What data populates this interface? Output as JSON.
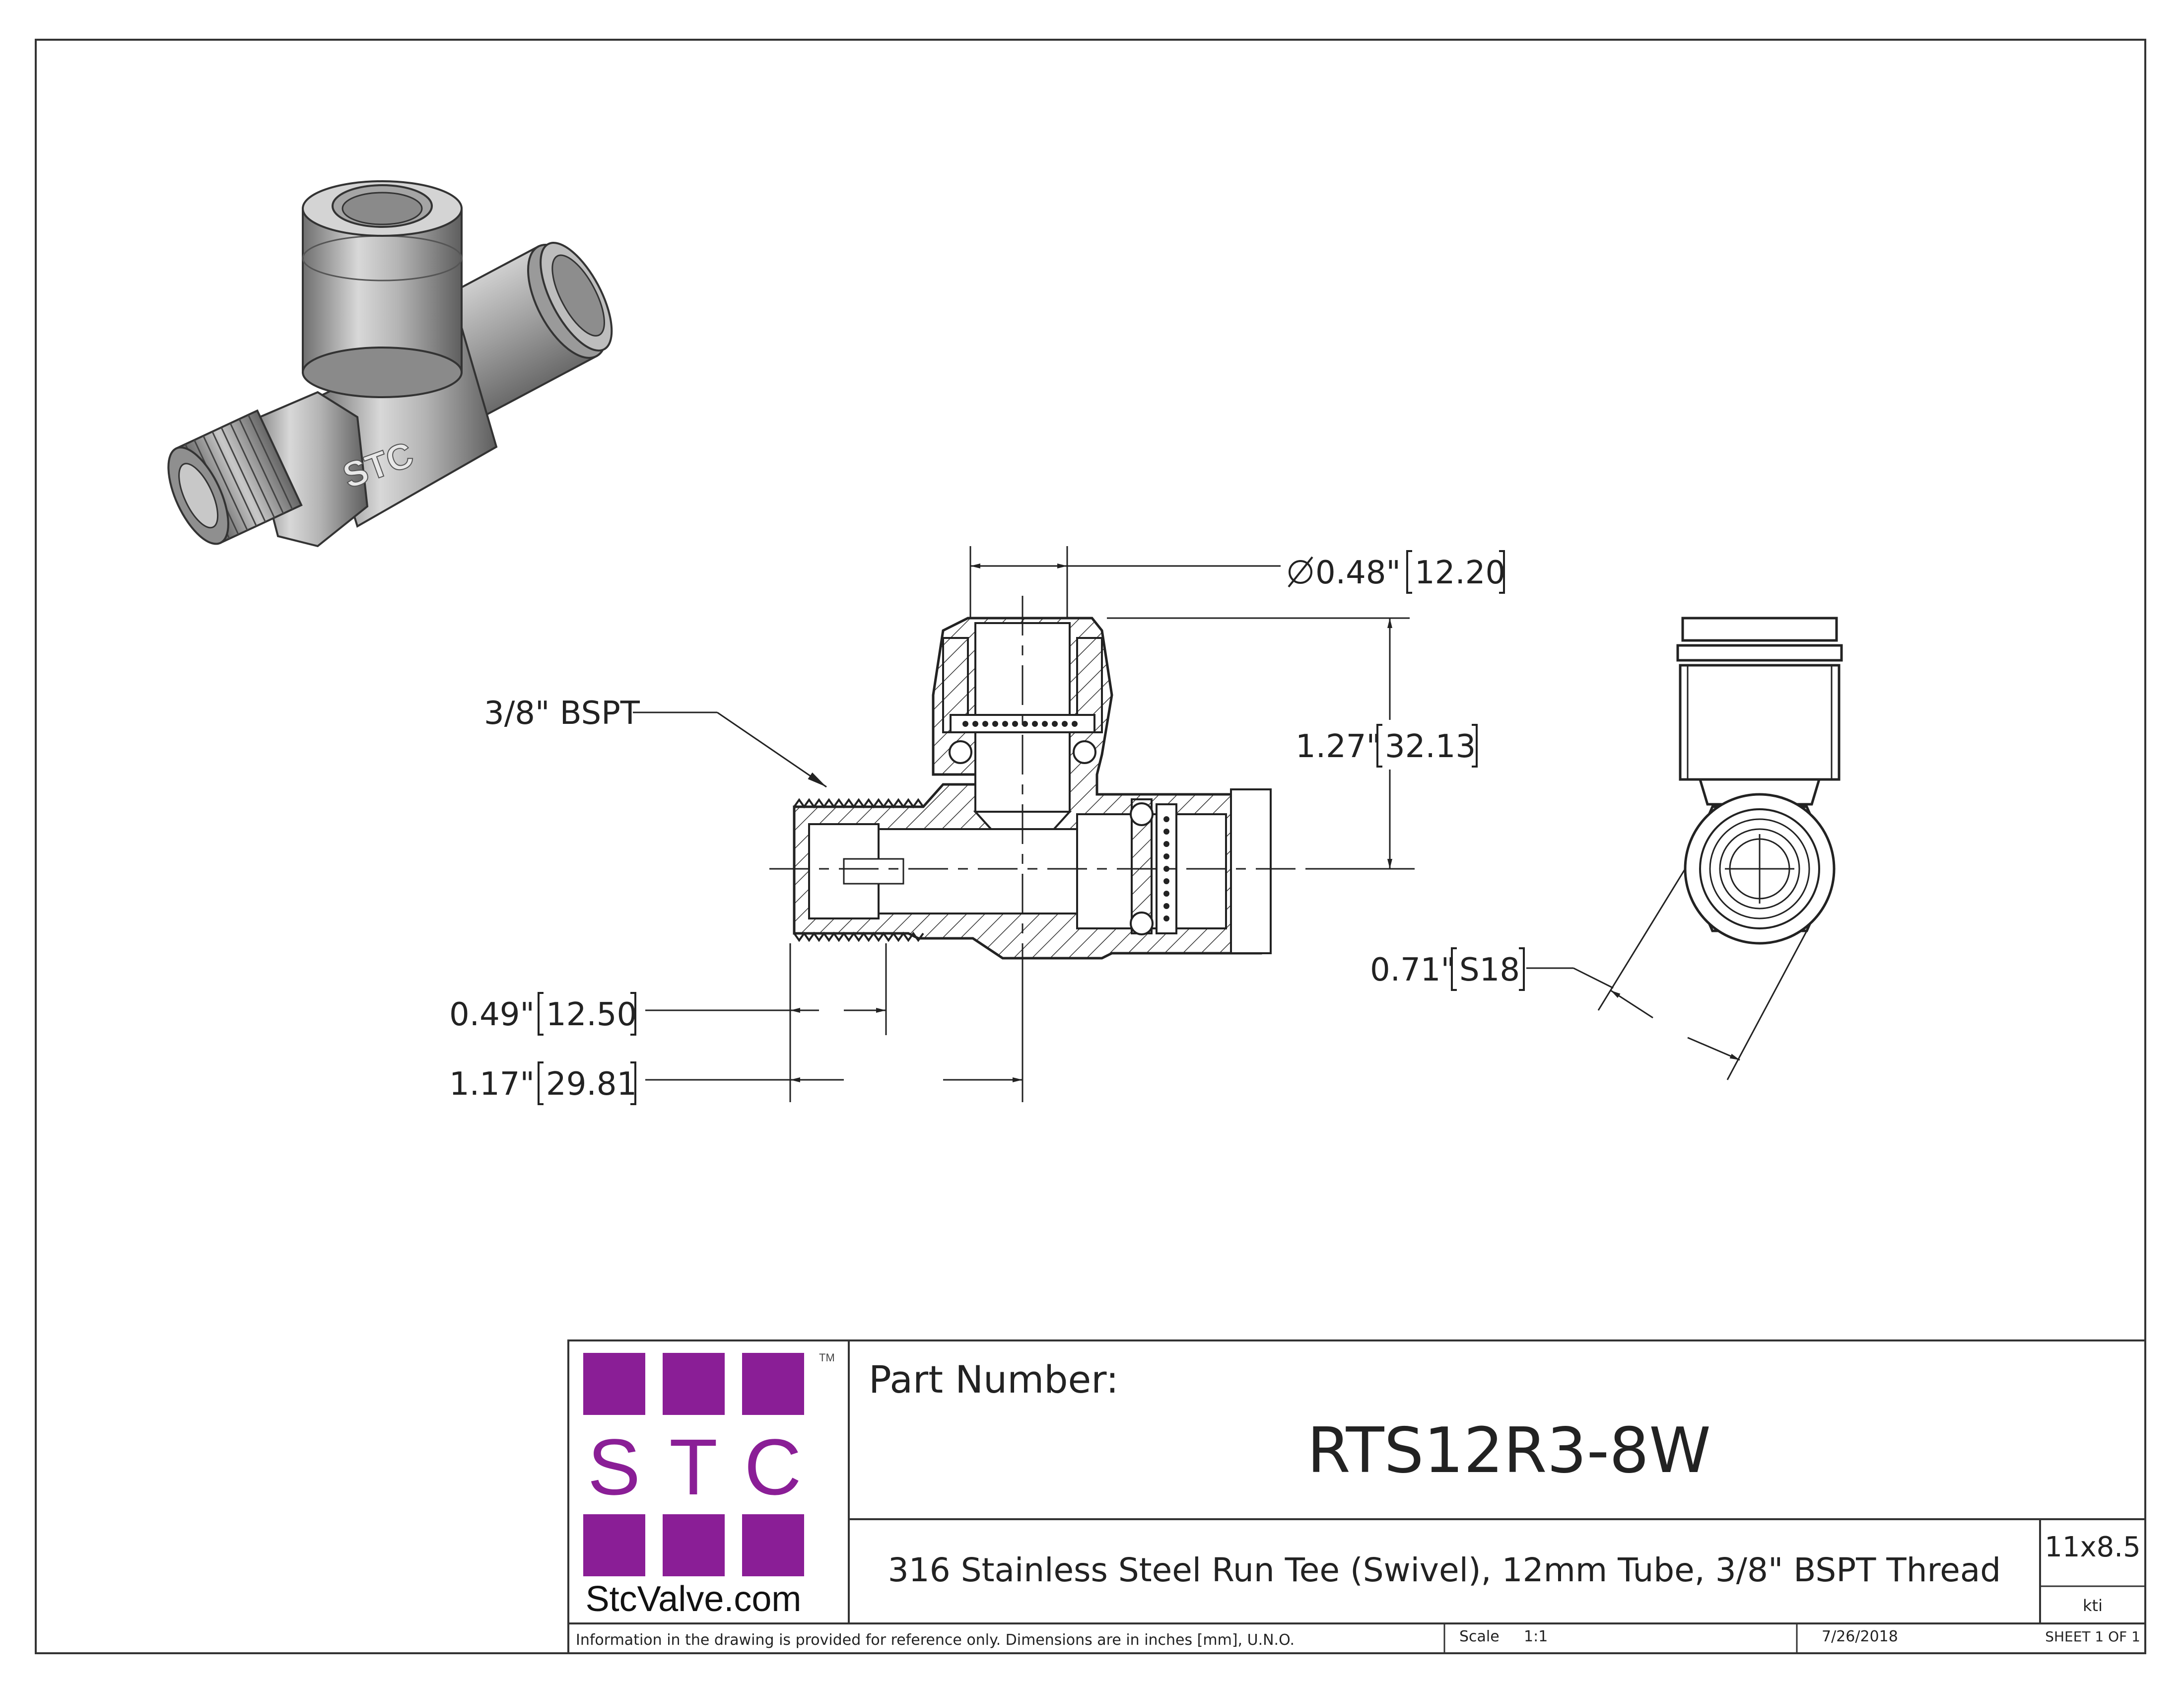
{
  "drawing": {
    "callouts": {
      "diameter_in": "0.48\"",
      "diameter_mm": "12.20",
      "thread": "3/8\" BSPT",
      "height_in": "1.27\"",
      "height_mm": "32.13",
      "hex_in": "0.71\"",
      "hex_mm": "S18",
      "thread_len_in": "0.49\"",
      "thread_len_mm": "12.50",
      "length_in": "1.17\"",
      "length_mm": "29.81"
    },
    "iso_body_mark": "STC"
  },
  "logo": {
    "letters": [
      "S",
      "T",
      "C"
    ],
    "trademark": "TM",
    "website": "StcValve.com",
    "color": "#8a1e96"
  },
  "title_block": {
    "part_number_label": "Part Number:",
    "part_number": "RTS12R3-8W",
    "description": "316 Stainless Steel Run Tee (Swivel), 12mm Tube, 3/8\" BSPT Thread",
    "sheet_size": "11x8.5",
    "drawn_by": "kti",
    "disclaimer": "Information in the drawing is provided for reference only. Dimensions are in inches [mm], U.N.O.",
    "scale_label": "Scale",
    "scale_value": "1:1",
    "date": "7/26/2018",
    "sheet": "SHEET 1 OF 1"
  }
}
